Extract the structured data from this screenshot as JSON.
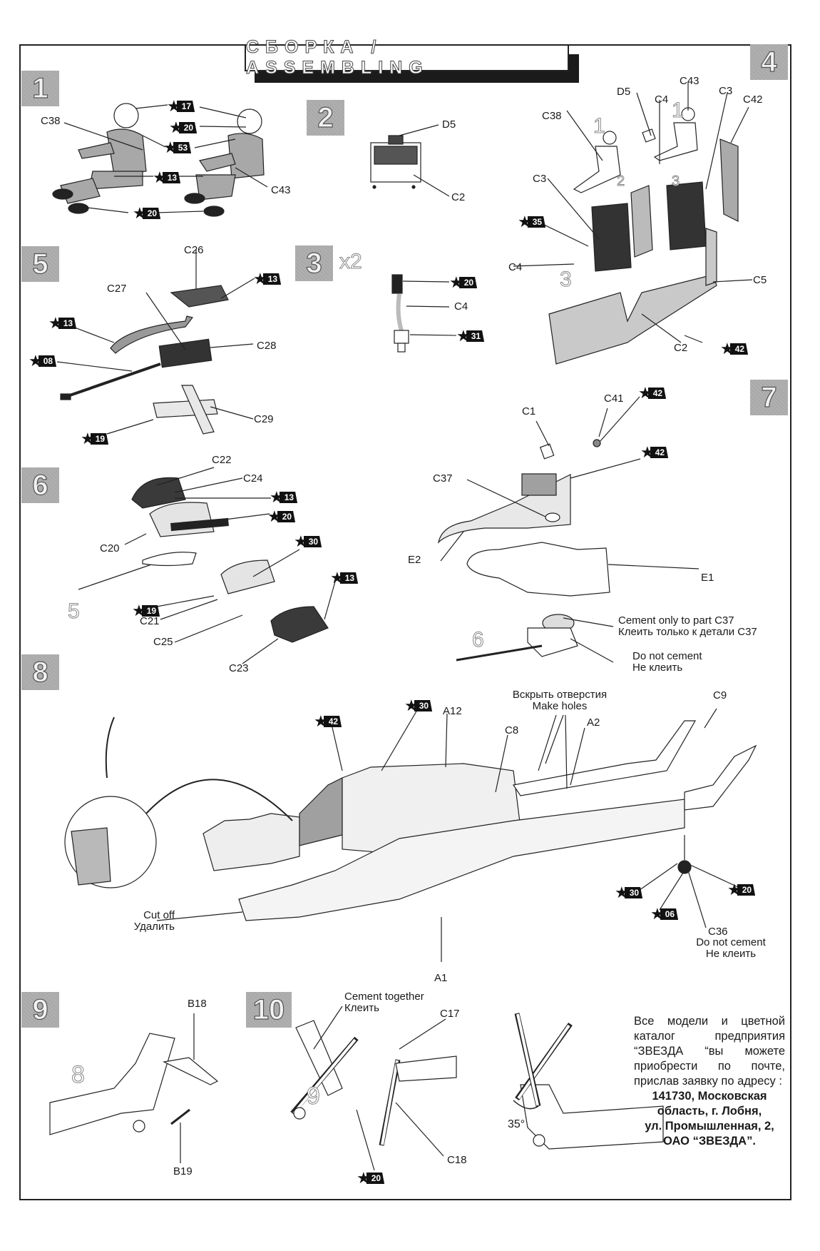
{
  "header": {
    "title": "СБОРКА / ASSEMBLING"
  },
  "steps": [
    {
      "number": "1"
    },
    {
      "number": "2"
    },
    {
      "number": "3",
      "multiplier": "x2"
    },
    {
      "number": "4"
    },
    {
      "number": "5"
    },
    {
      "number": "6"
    },
    {
      "number": "7"
    },
    {
      "number": "8"
    },
    {
      "number": "9"
    },
    {
      "number": "10"
    }
  ],
  "step1": {
    "parts": [
      "C38",
      "C43"
    ],
    "paints": [
      "17",
      "20",
      "53",
      "13",
      "20"
    ]
  },
  "step2": {
    "parts": [
      "D5",
      "C2"
    ]
  },
  "step3": {
    "parts": [
      "C4"
    ],
    "paints": [
      "20",
      "31"
    ]
  },
  "step4": {
    "parts": [
      "D5",
      "C43",
      "C4",
      "C3",
      "C42",
      "C38",
      "C3",
      "C4",
      "C5",
      "C2"
    ],
    "subassembly_refs": [
      "1",
      "1",
      "2",
      "3",
      "3"
    ],
    "paints": [
      "35",
      "42"
    ]
  },
  "step5": {
    "parts": [
      "C26",
      "C27",
      "C28",
      "C29"
    ],
    "paints": [
      "13",
      "13",
      "08",
      "19"
    ]
  },
  "step6": {
    "parts": [
      "C22",
      "C24",
      "C20",
      "C21",
      "C25",
      "C23"
    ],
    "subassembly_refs": [
      "5"
    ],
    "paints": [
      "13",
      "20",
      "30",
      "13",
      "19"
    ]
  },
  "step7": {
    "parts": [
      "C41",
      "C1",
      "C37",
      "E2",
      "E1"
    ],
    "subassembly_refs": [
      "6"
    ],
    "paints": [
      "42",
      "42"
    ],
    "notes": {
      "cement_only": [
        "Cement only to part C37",
        "Клеить только к детали C37"
      ],
      "do_not_cement": [
        "Do not cement",
        "Не клеить"
      ]
    }
  },
  "step8": {
    "parts": [
      "A12",
      "C8",
      "A2",
      "C9",
      "C36",
      "A1"
    ],
    "paints": [
      "42",
      "30",
      "30",
      "06",
      "20"
    ],
    "notes": {
      "make_holes": [
        "Вскрыть отверстия",
        "Make holes"
      ],
      "cut_off": [
        "Cut off",
        "Удалить"
      ],
      "do_not_cement": [
        "Do not cement",
        "Не клеить"
      ]
    }
  },
  "step9": {
    "parts": [
      "B18",
      "B19"
    ],
    "subassembly_refs": [
      "8"
    ]
  },
  "step10": {
    "parts": [
      "C17",
      "C18"
    ],
    "subassembly_refs": [
      "9"
    ],
    "paints": [
      "20"
    ],
    "angle": "35°",
    "notes": {
      "cement_together": [
        "Cement together",
        "Клеить"
      ]
    }
  },
  "address": {
    "body": "Все модели и цветной каталог предприятия “ЗВЕЗДА “вы можете приобрести по почте, прислав заявку по адресу :",
    "lines": [
      "141730, Московская",
      "область, г. Лобня,",
      "ул. Промышленная, 2,",
      "ОАО “ЗВЕЗДА”."
    ]
  },
  "colors": {
    "frame": "#222222",
    "badge": "#a9a9a9",
    "part_dark": "#3a3a3a",
    "part_mid": "#9a9a9a",
    "part_light": "#e4e4e4"
  }
}
